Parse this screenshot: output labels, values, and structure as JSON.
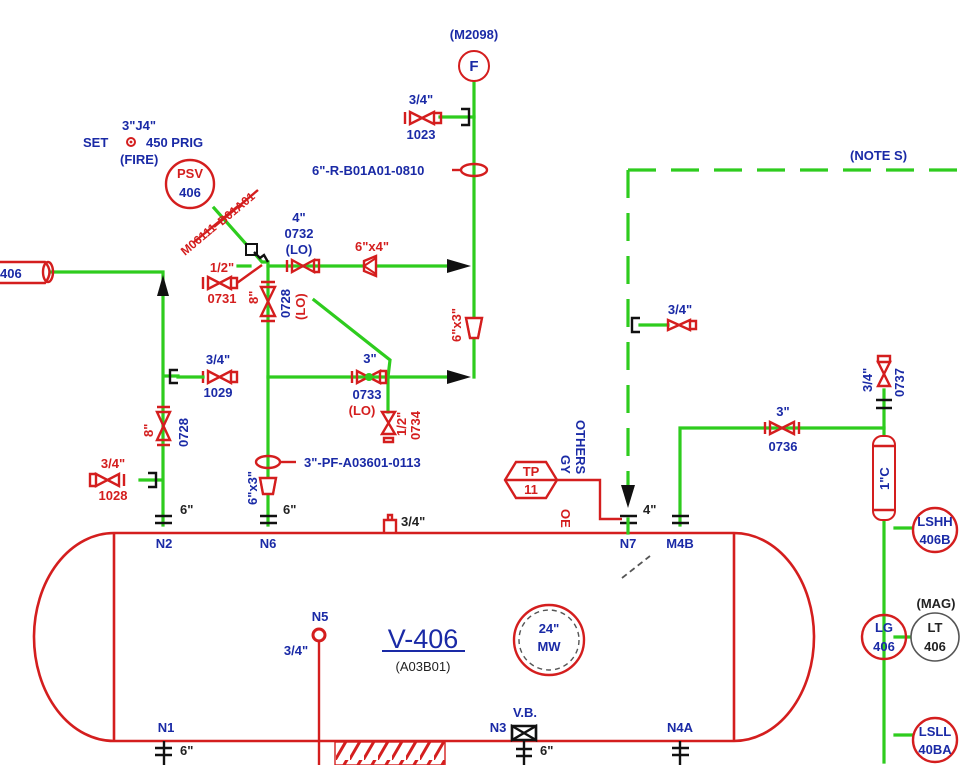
{
  "flow_element": {
    "tag": "(M2098)",
    "symbol": "F"
  },
  "top_valve": {
    "size": "3/4\"",
    "tag": "1023"
  },
  "line_0810": "6\"-R-B01A01-0810",
  "note": "(NOTE S)",
  "psv": {
    "set_prefix": "3\"J4\"",
    "set_label": "SET",
    "set_value": "450  PRIG",
    "set_condition": "(FIRE)",
    "name": "PSV",
    "number": "406",
    "label_a": "M06111",
    "label_b": "B01A01"
  },
  "inlet_line_label": "406",
  "v0732": {
    "size": "4\"",
    "tag": "0732",
    "state": "(LO)"
  },
  "reducer_top": "6\"x4\"",
  "v0731": {
    "size": "1/2\"",
    "tag": "0731"
  },
  "v0728a": {
    "size": "8\"",
    "tag": "0728",
    "state": "(LO)"
  },
  "reducer_right": "6\"x3\"",
  "v1029": {
    "size": "3/4\"",
    "tag": "1029"
  },
  "v0728b": {
    "size": "8\"",
    "tag": "0728"
  },
  "v0733": {
    "size": "3\"",
    "tag": "0733",
    "state": "(LO)"
  },
  "v0734": {
    "size": "1/2\"",
    "tag": "0734"
  },
  "line_0113": "3\"-PF-A03601-0113",
  "v1028": {
    "size": "3/4\"",
    "tag": "1028"
  },
  "reducer_n6": "6\"x3\"",
  "tp": {
    "name": "TP",
    "number": "11",
    "label_oe": "OE",
    "label_gy": "GY",
    "label_others": "OTHERS"
  },
  "dashed_valve_size": "3/4\"",
  "v0736": {
    "size": "3\"",
    "tag": "0736"
  },
  "v0737": {
    "size": "3/4\"",
    "tag": "0737"
  },
  "level_bridle": "1\"C",
  "instruments": {
    "lshh": {
      "name": "LSHH",
      "number": "406B"
    },
    "lg": {
      "name": "LG",
      "number": "406"
    },
    "lt": {
      "name": "LT",
      "number": "406",
      "tag": "(MAG)"
    },
    "lsll": {
      "name": "LSLL",
      "number": "40BA"
    }
  },
  "vessel": {
    "tag": "V-406",
    "sub": "(A03B01)",
    "manway_size": "24\"",
    "manway_label": "MW"
  },
  "nozzles": {
    "n2": {
      "name": "N2",
      "size": "6\""
    },
    "n6": {
      "name": "N6",
      "size": "6\""
    },
    "top_small": "3/4\"",
    "n7": {
      "name": "N7",
      "size": "4\""
    },
    "n4b": {
      "name": "M4B"
    },
    "n5": {
      "name": "N5",
      "size": "3/4\""
    },
    "n1": {
      "name": "N1",
      "size": "6\""
    },
    "n3": {
      "name": "N3",
      "label": "V.B.",
      "size": "6\""
    },
    "n4a": {
      "name": "N4A"
    }
  },
  "colors": {
    "process_line": "#2ecc1e",
    "equipment": "#d41e1e",
    "label_text": "#1a2aa6"
  }
}
